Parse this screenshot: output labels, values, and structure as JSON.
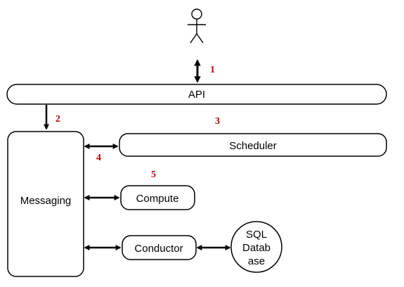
{
  "diagram": {
    "components": {
      "api": "API",
      "messaging": "Messaging",
      "scheduler": "Scheduler",
      "compute": "Compute",
      "conductor": "Conductor",
      "database_lines": [
        "SQL",
        "Datab",
        "ase"
      ]
    },
    "steps": [
      "1",
      "2",
      "3",
      "4",
      "5"
    ],
    "colors": {
      "step_number": "#c00000",
      "line": "#000000",
      "box_fill": "#ffffff"
    },
    "icons": {
      "user": "stick-figure-user-icon"
    }
  }
}
